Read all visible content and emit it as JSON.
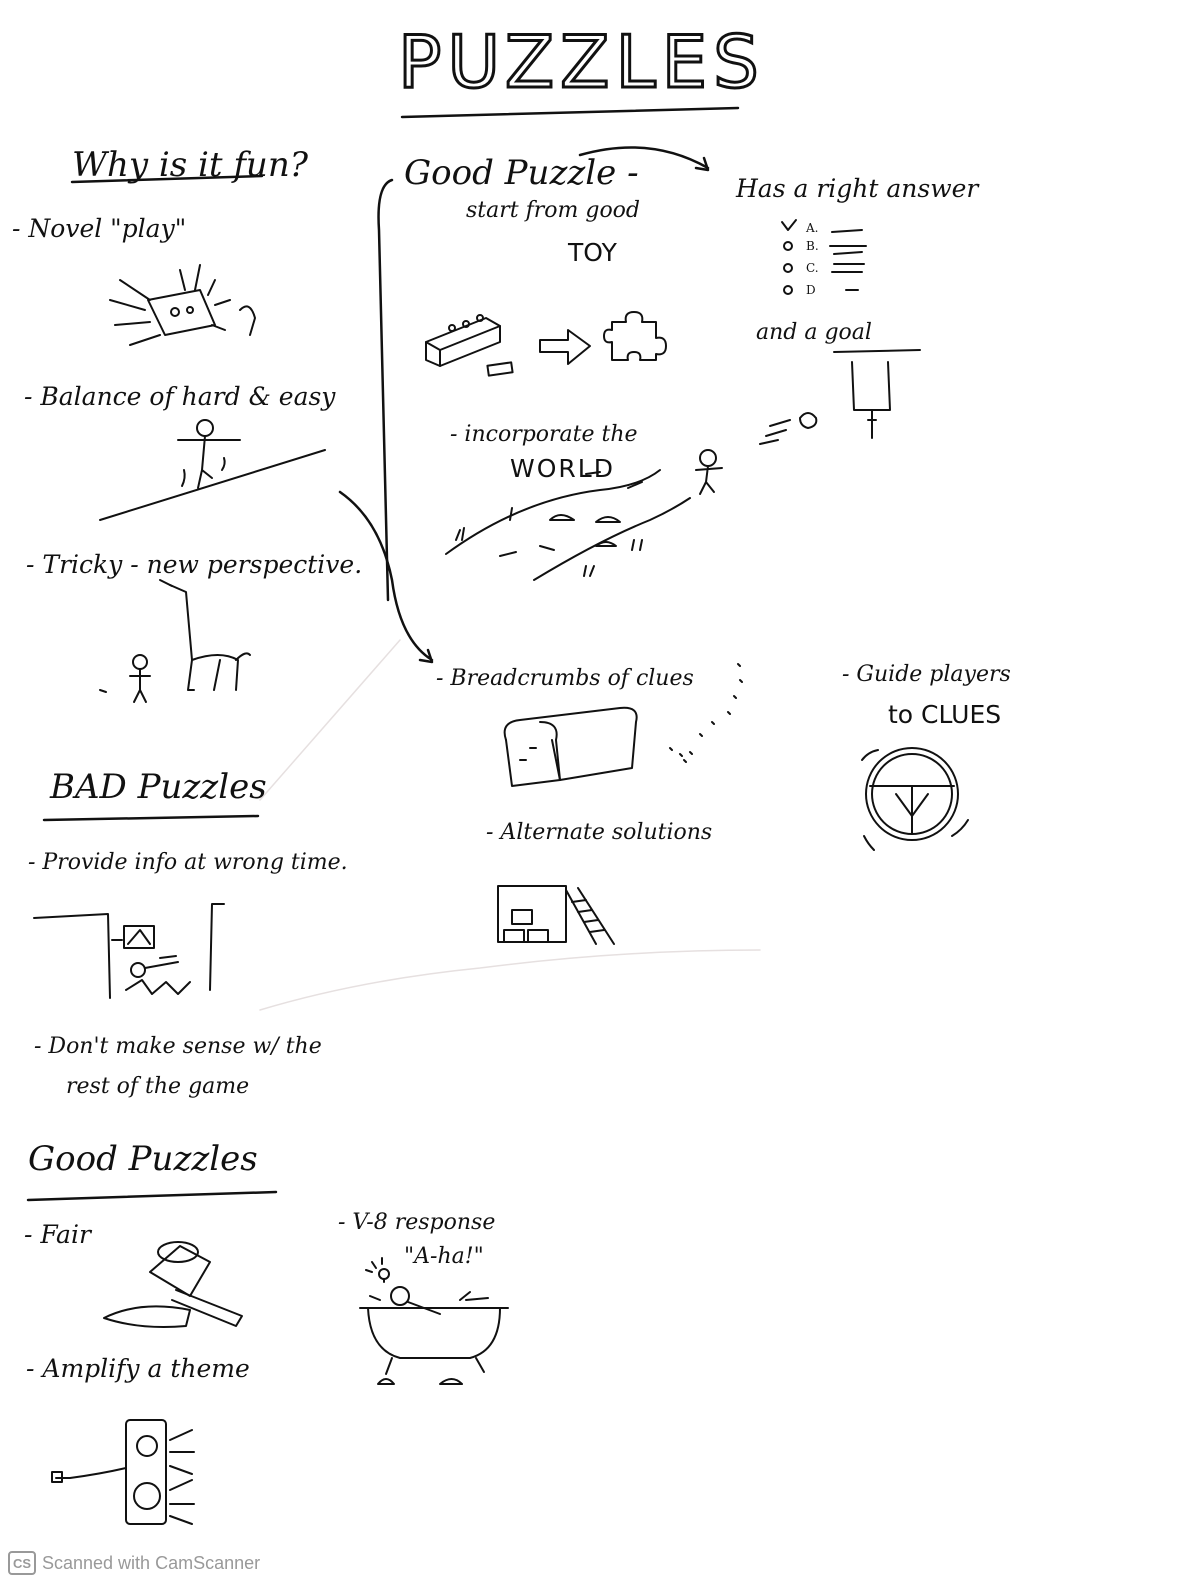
{
  "page": {
    "title": "PUZZLES",
    "why_fun": {
      "heading": "Why is it fun?",
      "items": [
        "- Novel \"play\"",
        "- Balance of hard & easy",
        "- Tricky - new perspective."
      ]
    },
    "bad_puzzles": {
      "heading": "BAD Puzzles",
      "items": [
        "- Provide info at wrong time.",
        "- Don't make sense w/ the",
        "rest of the game"
      ]
    },
    "good_puzzles": {
      "heading": "Good Puzzles",
      "items": [
        "- Fair",
        "- Amplify a theme",
        "- V-8 response",
        "\"A-ha!\""
      ]
    },
    "good_puzzle": {
      "heading": "Good Puzzle -",
      "line2": "start from good",
      "toy": "TOY",
      "right_answer": "Has a right answer",
      "options": [
        "A.",
        "B.",
        "C.",
        "D"
      ],
      "goal": "and a goal",
      "incorporate": "- incorporate the",
      "world": "WORLD",
      "breadcrumbs": "- Breadcrumbs of clues",
      "guide_line1": "- Guide players",
      "guide_line2": "to CLUES",
      "alternate": "- Alternate solutions"
    }
  },
  "footer": {
    "logo": "CS",
    "text": "Scanned with CamScanner"
  }
}
